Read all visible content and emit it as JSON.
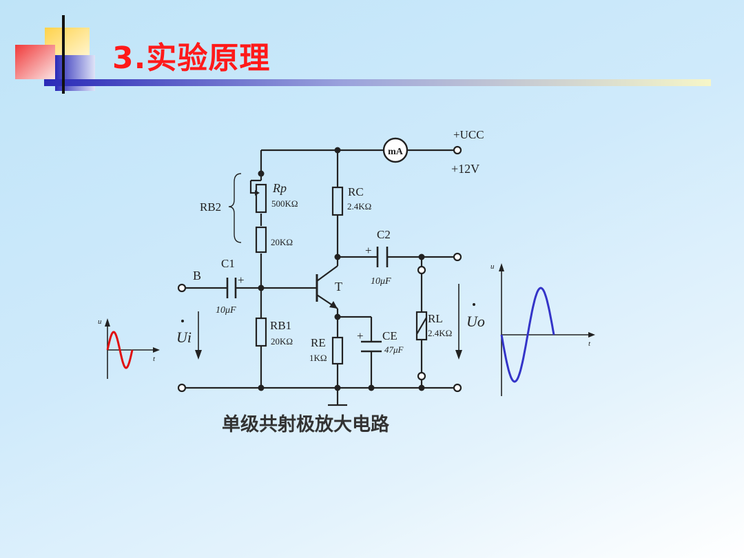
{
  "title": "3.实验原理",
  "caption": "单级共射极放大电路",
  "colors": {
    "title_red": "#ff1a1a",
    "accent_blue": "#2a2ab8",
    "accent_yellow": "#ffd24a",
    "accent_red": "#f04040",
    "wave_input": "#e01010",
    "wave_output": "#3434c8"
  },
  "circuit": {
    "vcc_label": "+UCC",
    "vcc_value": "+12V",
    "meter_label": "mA",
    "rb2_label": "RB2",
    "rp_label": "Rp",
    "rp_value": "500KΩ",
    "r20k_value": "20KΩ",
    "rc_label": "RC",
    "rc_value": "2.4KΩ",
    "c2_label": "C2",
    "c2_value": "10μF",
    "c2_plus": "+",
    "b_label": "B",
    "c1_label": "C1",
    "c1_plus": "+",
    "c1_value": "10μF",
    "t_label": "T",
    "rb1_label": "RB1",
    "rb1_value": "20KΩ",
    "re_label": "RE",
    "re_value": "1KΩ",
    "ce_label": "CE",
    "ce_plus": "+",
    "ce_value": "47μF",
    "rl_label": "RL",
    "rl_value": "2.4KΩ",
    "ui_label": "Ui",
    "uo_label": "Uo"
  },
  "input_wave": {
    "axis_u": "u",
    "axis_t": "t",
    "amplitude": 1,
    "cycles": 1
  },
  "output_wave": {
    "axis_u": "u",
    "axis_t": "t",
    "amplitude": 1,
    "cycles": 1
  }
}
